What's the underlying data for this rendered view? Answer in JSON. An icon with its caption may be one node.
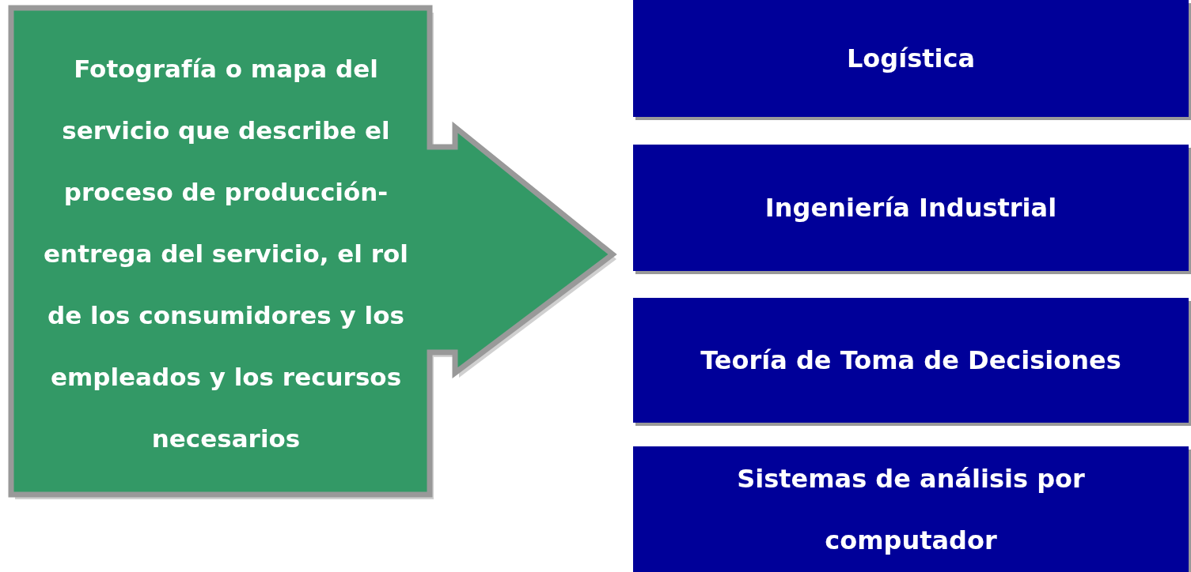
{
  "diagram": {
    "nodes": [
      {
        "text": [
          "Fotografía o mapa del servicio que describe el proceso de producción-entrega del servicio, el rol de los consumidores y los empleados y los recursos necesarios"
        ]
      },
      {
        "text": [
          "Logística"
        ]
      },
      {
        "text": [
          "Ingeniería Industrial"
        ]
      },
      {
        "text": [
          "Teoría de Toma de Decisiones"
        ]
      },
      {
        "text": [
          "Sistemas de análisis por computador"
        ]
      }
    ]
  }
}
